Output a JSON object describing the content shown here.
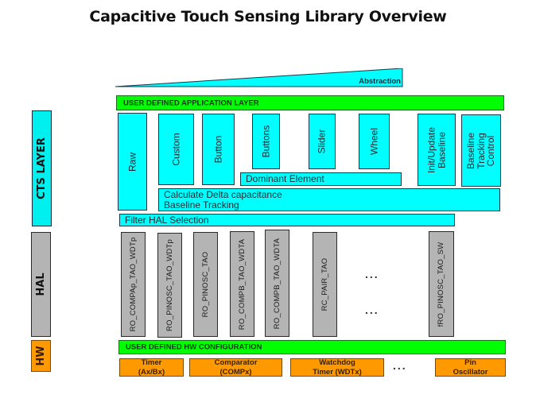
{
  "title": "Capacitive Touch Sensing Library Overview",
  "abstraction": {
    "label": "Abstraction"
  },
  "layers": {
    "cts": "CTS LAYER",
    "hal": "HAL",
    "hw": "HW"
  },
  "app_layer": "USER DEFINED APPLICATION LAYER",
  "cts": {
    "modules": [
      "Raw",
      "Custom",
      "Button",
      "Buttons",
      "Slider",
      "Wheel",
      "Init/Update\nBaseline",
      "Baseline\nTracking\nControl"
    ],
    "dominant_element": "Dominant Element",
    "delta_line1": "Calculate Delta capacitance",
    "delta_line2": "Baseline Tracking",
    "filter": "Filter HAL Selection"
  },
  "hal": {
    "modules": [
      "RO_COMPAp_TAO_WDTp",
      "RO_PINOSC_TAO_WDTp",
      "RO_PINOSC_TAO",
      "RO_COMPB_TAO_WDTA",
      "RO_COMPB_TAO_WDTA",
      "RC_PAIR_TAO",
      "fRO_PINOSC_TAO_SW"
    ],
    "ellipsis_top": "...",
    "ellipsis_bottom": "..."
  },
  "hw_config": "USER DEFINED HW CONFIGURATION",
  "hw": {
    "modules": [
      {
        "line1": "Timer",
        "line2": "(Ax/Bx)"
      },
      {
        "line1": "Comparator",
        "line2": "(COMPx)"
      },
      {
        "line1": "Watchdog",
        "line2": "Timer (WDTx)"
      },
      {
        "line1": "Pin",
        "line2": "Oscillator"
      }
    ],
    "ellipsis": "..."
  }
}
